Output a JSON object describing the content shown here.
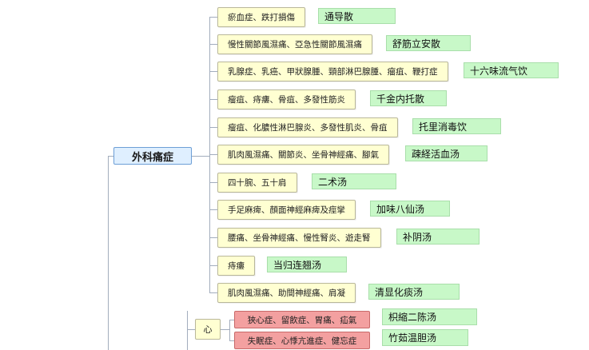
{
  "colors": {
    "line": "#a2adbd",
    "root_fill": "#dfefff",
    "root_border": "#6d9fd6",
    "topic_fill": "#ffffd2",
    "topic_border": "#b9b79a",
    "alert_fill": "#f3a0a0",
    "alert_border": "#c86a6a",
    "formula_fill": "#c8f8c8",
    "formula_border": "#a9deaa"
  },
  "root": {
    "label": "外科痛症"
  },
  "branches": [
    {
      "symptoms": "瘀血症、跌打損傷",
      "formula": "通导散"
    },
    {
      "symptoms": "慢性關節風濕痛、亞急性關節風濕痛",
      "formula": "舒筋立安散"
    },
    {
      "symptoms": "乳腺症、乳癌、甲狀腺腫、頸部淋巴腺腫、瘤疽、鞭打症",
      "formula": "十六味流气饮"
    },
    {
      "symptoms": "瘤疽、痔瘻、骨疽、多發性筋炎",
      "formula": "千金内托散"
    },
    {
      "symptoms": "瘤疽、化膿性淋巴腺炎、多發性肌炎、骨疽",
      "formula": "托里消毒饮"
    },
    {
      "symptoms": "肌肉風濕痛、關節炎、坐骨神經痛、腳氣",
      "formula": "疎経活血汤"
    },
    {
      "symptoms": "四十腕、五十肩",
      "formula": "二术汤"
    },
    {
      "symptoms": "手足麻痺、顏面神經麻痺及痙攣",
      "formula": "加味八仙汤"
    },
    {
      "symptoms": "腰痛、坐骨神經痛、慢性腎炎、遊走腎",
      "formula": "补阴汤"
    },
    {
      "symptoms": "痔瘻",
      "formula": "当归连翘汤"
    },
    {
      "symptoms": "肌肉風濕痛、助間神經痛、肩凝",
      "formula": "清显化痰汤"
    }
  ],
  "heart": {
    "label": "心",
    "branches": [
      {
        "symptoms": "狹心症、留飲症、胃痛、疝氣",
        "formula": "枳縮二陈汤"
      },
      {
        "symptoms": "失眠症、心悸亢進症、健忘症",
        "formula": "竹茹温胆汤"
      }
    ]
  }
}
